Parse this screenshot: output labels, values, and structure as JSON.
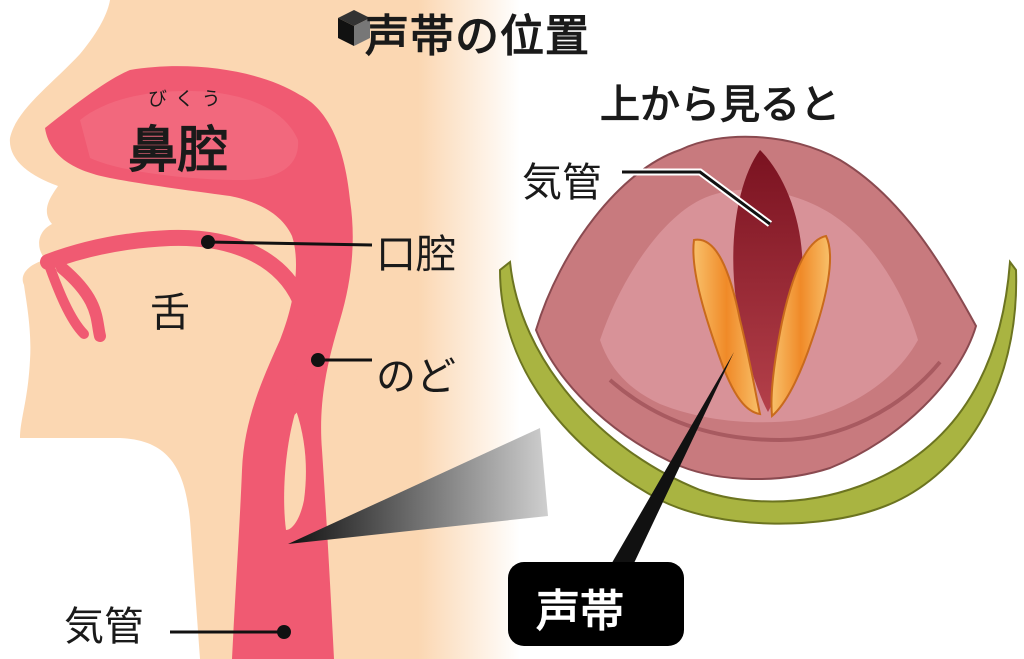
{
  "title": "声帯の位置",
  "top_view_label": "上から見ると",
  "labels": {
    "nasal_cavity": "鼻腔",
    "nasal_cavity_ruby": "びくう",
    "oral_cavity": "口腔",
    "tongue": "舌",
    "throat": "のど",
    "trachea_side": "気管",
    "trachea_top": "気管",
    "vocal_cords": "声帯"
  },
  "icons": {
    "title_marker": "cube-icon"
  },
  "colors": {
    "skin": "#fbd7b2",
    "airway": "#f05a72",
    "cartilage": "#a9b441",
    "tissue": "#c87a7e",
    "opening": "#8f1c28",
    "vocal_fold": "#f2a640"
  }
}
